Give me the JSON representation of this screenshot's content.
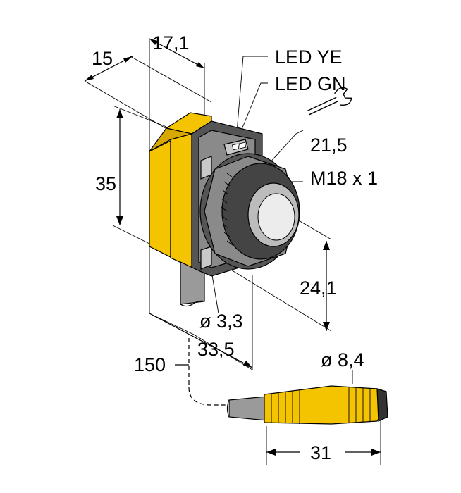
{
  "labels": {
    "dim_17_1": "17,1",
    "dim_15": "15",
    "led_ye": "LED YE",
    "led_gn": "LED GN",
    "dim_21_5": "21,5",
    "thread": "M18 x 1",
    "dim_35": "35",
    "dim_24_1": "24,1",
    "dim_dia_3_3": "ø 3,3",
    "dim_33_5": "33,5",
    "dim_150": "150",
    "dim_dia_8_4": "ø 8,4",
    "dim_31": "31"
  },
  "icons": {
    "wrench": "wrench-icon"
  },
  "colors": {
    "housing": "#F5C400",
    "housing_shadow": "#D9A800",
    "nut": "#8a8a8a",
    "lens": "#ececec",
    "cable": "#9a9a9a",
    "connector": "#F5C400"
  }
}
